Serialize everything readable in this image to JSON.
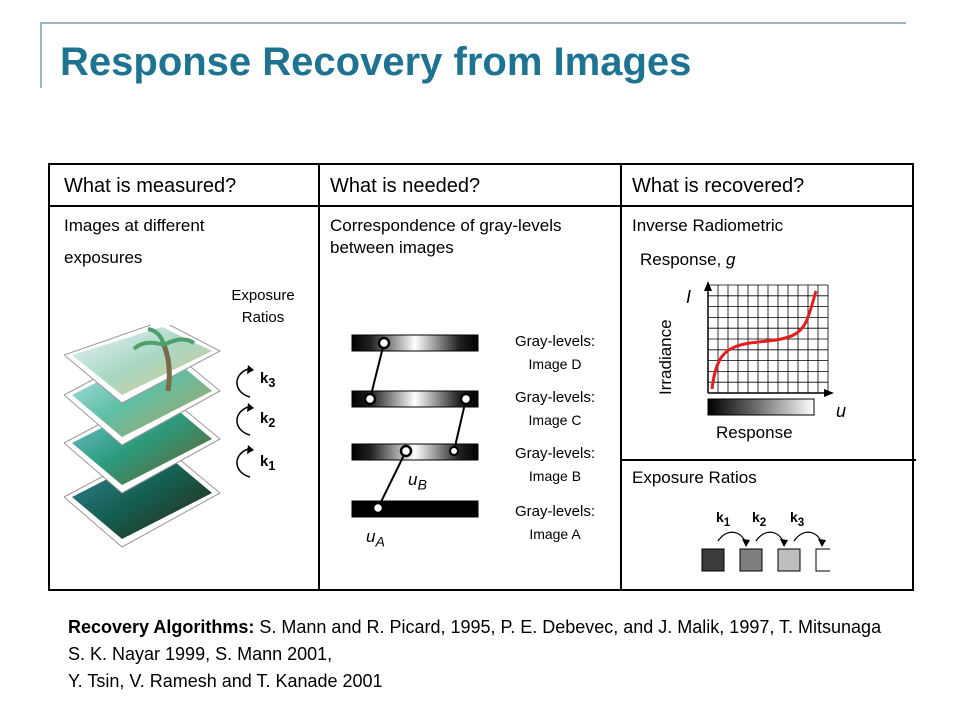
{
  "title": "Response Recovery from Images",
  "table": {
    "headers": [
      "What is measured?",
      "What is needed?",
      "What is recovered?"
    ],
    "measured": {
      "line1": "Images at different",
      "line2": "exposures",
      "exposure_ratios_line1": "Exposure",
      "exposure_ratios_line2": "Ratios",
      "k_labels": [
        "k",
        "k",
        "k"
      ],
      "k_subs": [
        "3",
        "2",
        "1"
      ]
    },
    "needed": {
      "text": "Correspondence of gray-levels between images",
      "gray_levels": [
        {
          "label": "Gray-levels:",
          "image": "Image D"
        },
        {
          "label": "Gray-levels:",
          "image": "Image C"
        },
        {
          "label": "Gray-levels:",
          "image": "Image B"
        },
        {
          "label": "Gray-levels:",
          "image": "Image A"
        }
      ],
      "uA": "u",
      "uA_sub": "A",
      "uB": "u",
      "uB_sub": "B"
    },
    "recovered": {
      "line1": "Inverse Radiometric",
      "line2_prefix": "Response, ",
      "line2_var": "g",
      "irradiance_label": "Irradiance",
      "I_label": "I",
      "u_label": "u",
      "response_label": "Response",
      "exposure_ratios": "Exposure Ratios",
      "k_labels": [
        "k",
        "k",
        "k"
      ],
      "k_subs": [
        "1",
        "2",
        "3"
      ],
      "swatch_colors": [
        "#3c3c3c",
        "#7e7e7e",
        "#bdbdbd",
        "#ffffff"
      ]
    }
  },
  "footer": {
    "bold": "Recovery Algorithms:",
    "text": " S. Mann and R. Picard, 1995, P. E. Debevec, and J. Malik, 1997, T. Mitsunaga  S. K. Nayar 1999, S. Mann 2001,",
    "line3": " Y. Tsin, V. Ramesh and T. Kanade 2001"
  },
  "colors": {
    "title": "#1e7390",
    "curve": "#e02020"
  }
}
